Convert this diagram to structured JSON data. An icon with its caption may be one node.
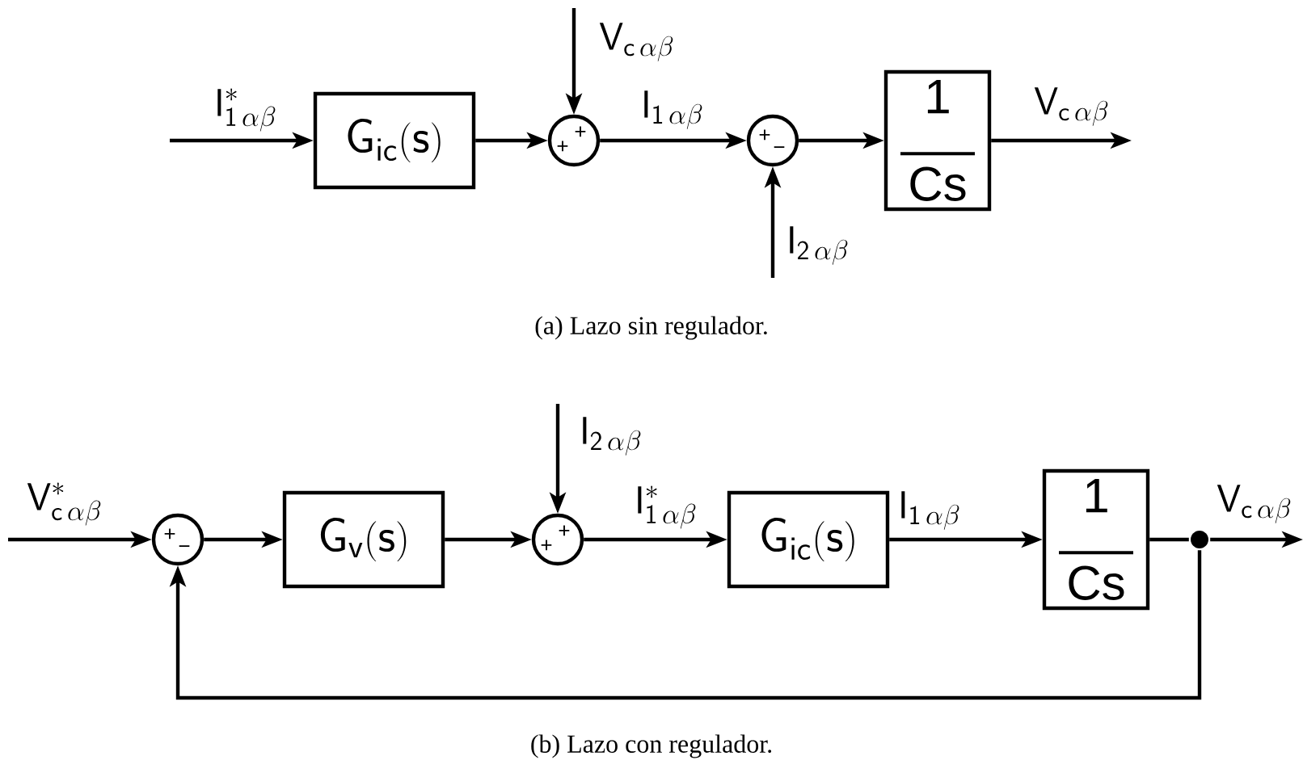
{
  "diagram": {
    "nodes": [
      {
        "text": [
          "\\mathsf{G}_{\\mathsf{ic}}\\mathsf{(s)}"
        ]
      },
      {
        "text": [
          "+",
          "+"
        ]
      },
      {
        "text": [
          "+",
          "−"
        ]
      },
      {
        "text": [
          "1",
          "Cs"
        ]
      },
      {
        "text": [
          "+",
          "−"
        ]
      },
      {
        "text": [
          "\\mathsf{G}_{\\mathsf{v}}\\mathsf{(s)}"
        ]
      },
      {
        "text": [
          "+",
          "+"
        ]
      },
      {
        "text": [
          "\\mathsf{G}_{\\mathsf{ic}}\\mathsf{(s)}"
        ]
      },
      {
        "text": [
          "1",
          "Cs"
        ]
      },
      {
        "text": [],
        "shape": "circle"
      }
    ],
    "edges": [
      {
        "from": null,
        "to": 0,
        "arrow": "to",
        "label": "\\mathsf{I}^{*}_{\\mathsf{1}\\,\\alpha\\beta}"
      },
      {
        "from": 0,
        "to": 1,
        "arrow": "to"
      },
      {
        "from": null,
        "to": 1,
        "arrow": "to",
        "label": "\\mathsf{V}_{\\mathsf{c}\\,\\alpha\\beta}"
      },
      {
        "from": 1,
        "to": 2,
        "arrow": "to",
        "label": "\\mathsf{I}_{\\mathsf{1}\\,\\alpha\\beta}"
      },
      {
        "from": null,
        "to": 2,
        "arrow": "to",
        "label": "\\mathsf{I}_{\\mathsf{2}\\,\\alpha\\beta}"
      },
      {
        "from": 2,
        "to": 3,
        "arrow": "to"
      },
      {
        "from": 3,
        "to": null,
        "arrow": "to",
        "label": "\\mathsf{V}_{\\mathsf{c}\\,\\alpha\\beta}"
      },
      {
        "from": null,
        "to": 4,
        "arrow": "to",
        "label": "\\mathsf{V}^{*}_{\\mathsf{c}\\,\\alpha\\beta}"
      },
      {
        "from": 4,
        "to": 5,
        "arrow": "to"
      },
      {
        "from": 5,
        "to": 6,
        "arrow": "to"
      },
      {
        "from": null,
        "to": 6,
        "arrow": "to",
        "label": "\\mathsf{I}_{\\mathsf{2}\\,\\alpha\\beta}"
      },
      {
        "from": 6,
        "to": 7,
        "arrow": "to",
        "label": "\\mathsf{I}^{*}_{\\mathsf{1}\\,\\alpha\\beta}"
      },
      {
        "from": 7,
        "to": 8,
        "arrow": "to",
        "label": "\\mathsf{I}_{\\mathsf{1}\\,\\alpha\\beta}"
      },
      {
        "from": 8,
        "to": 9,
        "arrow": "none"
      },
      {
        "from": 9,
        "to": null,
        "arrow": "to",
        "label": "\\mathsf{V}_{\\mathsf{c}\\,\\alpha\\beta}"
      },
      {
        "from": 9,
        "to": 4,
        "arrow": "to"
      }
    ],
    "labels": [
      "(a) Lazo sin regulador.",
      "(b) Lazo con regulador."
    ]
  }
}
